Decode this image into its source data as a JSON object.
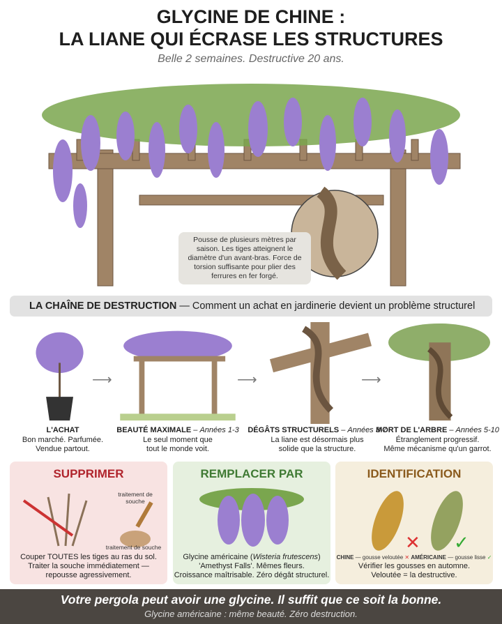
{
  "header": {
    "title_line1": "GLYCINE DE CHINE :",
    "title_line2": "LA LIANE QUI ÉCRASE LES STRUCTURES",
    "subtitle": "Belle 2 semaines. Destructive 20 ans."
  },
  "hero": {
    "callout": "Pousse de plusieurs mètres par saison. Les tiges atteignent le diamètre d'un avant-bras. Force de torsion suffisante pour plier des ferrures en fer forgé."
  },
  "banner": {
    "title": "LA CHAÎNE DE DESTRUCTION",
    "text": " — Comment un achat en jardinerie devient un problème structurel"
  },
  "stages": [
    {
      "title": "L'ACHAT",
      "years": "",
      "line1": "Bon marché. Parfumée.",
      "line2": "Vendue partout."
    },
    {
      "title": "BEAUTÉ MAXIMALE",
      "years": "Années 1-3",
      "line1": "Le seul moment que",
      "line2": "tout le monde voit."
    },
    {
      "title": "DÉGÂTS STRUCTURELS",
      "years": "Années 3-7",
      "line1": "La liane est désormais plus",
      "line2": "solide que la structure."
    },
    {
      "title": "MORT DE L'ARBRE",
      "years": "Années 5-10",
      "line1": "Étranglement progressif.",
      "line2": "Même mécanisme qu'un garrot."
    }
  ],
  "panels": {
    "remove": {
      "title": "SUPPRIMER",
      "label1": "traitement de souche",
      "label2": "traitement de souche",
      "line1": "Couper TOUTES les tiges au ras du sol.",
      "line2": "Traiter la souche immédiatement —",
      "line3": "repousse agressivement.",
      "color": "#b0242c",
      "bg": "#f8e3e2"
    },
    "replace": {
      "title": "REMPLACER PAR",
      "line1a": "Glycine américaine (",
      "line1b": "Wisteria frutescens",
      "line1c": ")",
      "line2": "'Amethyst Falls'. Mêmes fleurs.",
      "line3": "Croissance maîtrisable. Zéro dégât structurel.",
      "color": "#3f7a33",
      "bg": "#e6f0df"
    },
    "identify": {
      "title": "IDENTIFICATION",
      "chine": "CHINE",
      "chine_desc": " — gousse veloutée",
      "us": "AMÉRICAINE",
      "us_desc": " — gousse lisse",
      "line1": "Vérifier les gousses en automne.",
      "line2": "Veloutée = la destructive.",
      "color": "#8a5a1c",
      "bg": "#f5eedd"
    }
  },
  "footer": {
    "line1": "Votre pergola peut avoir une glycine. Il suffit que ce soit la bonne.",
    "line2": "Glycine américaine : même beauté. Zéro destruction."
  },
  "colors": {
    "wisteria": "#9b7fd0",
    "wood": "#a08466",
    "leaf": "#7aa64e",
    "footer": "#4b4641"
  }
}
